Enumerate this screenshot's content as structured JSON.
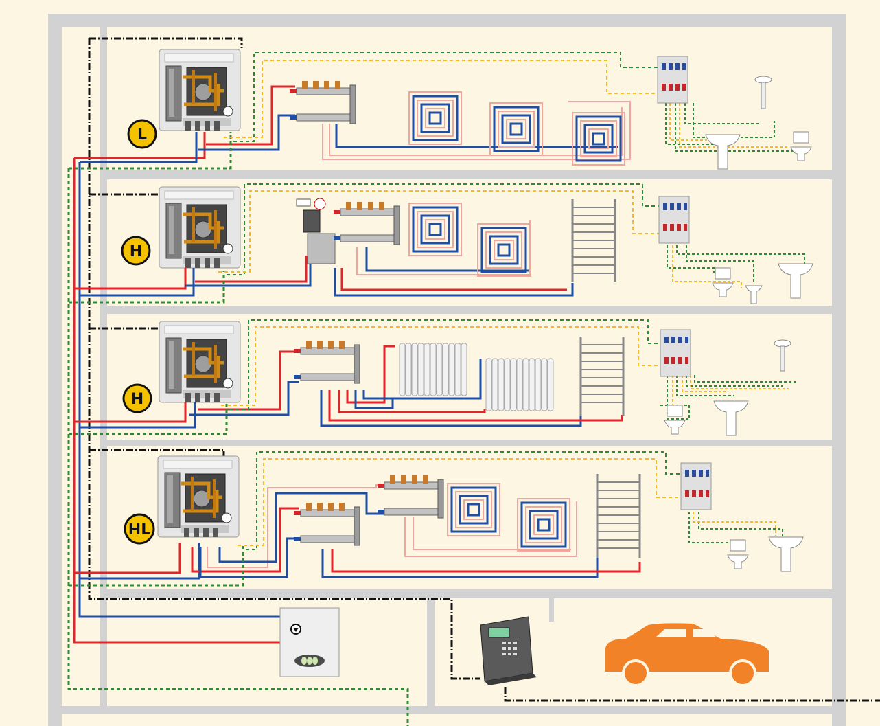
{
  "floors": [
    {
      "label": "L"
    },
    {
      "label": "H"
    },
    {
      "label": "H"
    },
    {
      "label": "HL"
    }
  ],
  "colors": {
    "background": "#fdf6e3",
    "wall": "#d2d2d2",
    "supply_pipe": "#e0262b",
    "return_pipe": "#1f4ea3",
    "floor_heat_light": "#f3a6a0",
    "cold_water": "#2f8a35",
    "hot_water": "#f4b82a",
    "signal_line": "#111111",
    "badge": "#f5c200",
    "car": "#f28227"
  },
  "icons": [
    "heat-interface-unit-icon",
    "manifold-icon",
    "underfloor-coil-icon",
    "radiator-icon",
    "towel-rail-icon",
    "sink-icon",
    "toilet-icon",
    "bidet-icon",
    "shower-icon",
    "boiler-icon",
    "controller-icon",
    "car-icon"
  ]
}
